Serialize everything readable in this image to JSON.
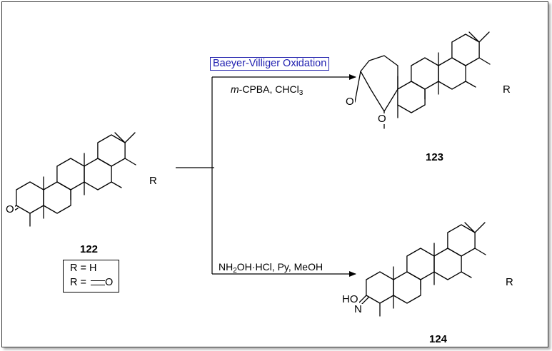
{
  "compounds": {
    "c122": {
      "number": "122",
      "r_label": "R",
      "carbonyl_o": "O"
    },
    "c123": {
      "number": "123",
      "r_label": "R",
      "lactone_o_exo": "O",
      "lactone_o_ring": "O"
    },
    "c124": {
      "number": "124",
      "r_label": "R",
      "oxime_n": "N",
      "oxime_ho": "HO"
    }
  },
  "substituent_box": {
    "line1": "R = H",
    "line2_prefix": "R =",
    "line2_atom": "O"
  },
  "reactions": {
    "top": {
      "name": "Baeyer-Villiger Oxidation",
      "reagent_italic": "m",
      "reagent_rest": "-CPBA, CHCl",
      "reagent_sub": "3"
    },
    "bottom": {
      "reagent_nh": "NH",
      "reagent_sub": "2",
      "reagent_rest": "OH·HCl, Py, MeOH"
    }
  }
}
